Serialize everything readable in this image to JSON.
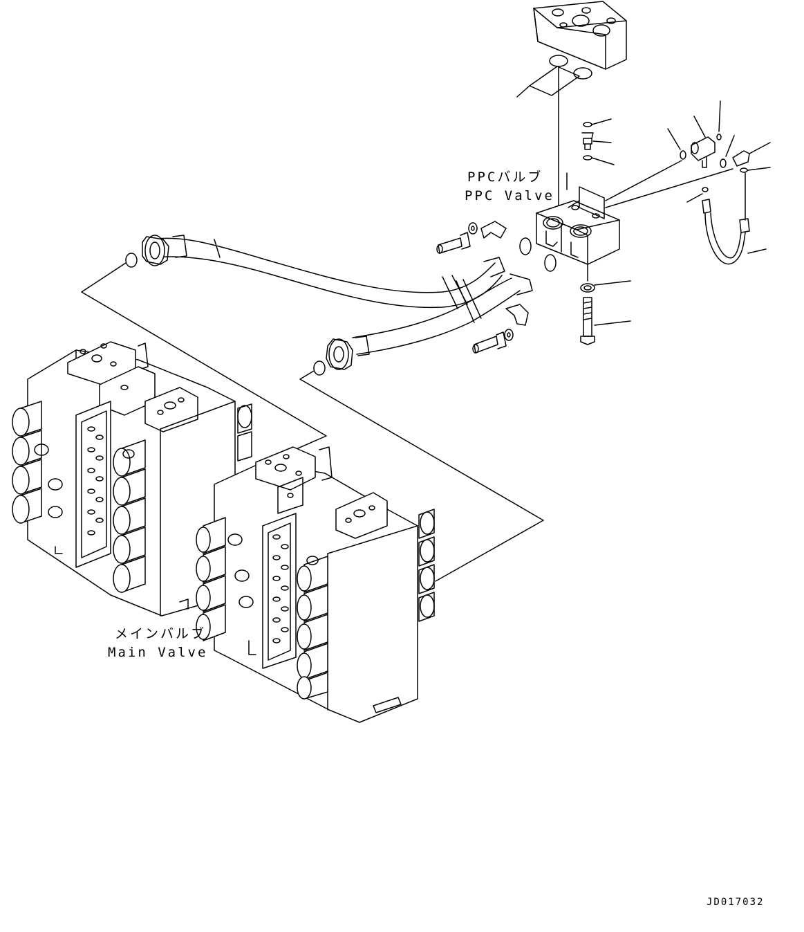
{
  "labels": {
    "ppc_valve_jp": "PPCバルブ",
    "ppc_valve_en": "PPC Valve",
    "main_valve_jp": "メインバルブ",
    "main_valve_en": "Main Valve"
  },
  "drawing_code": "JD017032",
  "colors": {
    "ink": "#000000",
    "paper": "#ffffff"
  }
}
